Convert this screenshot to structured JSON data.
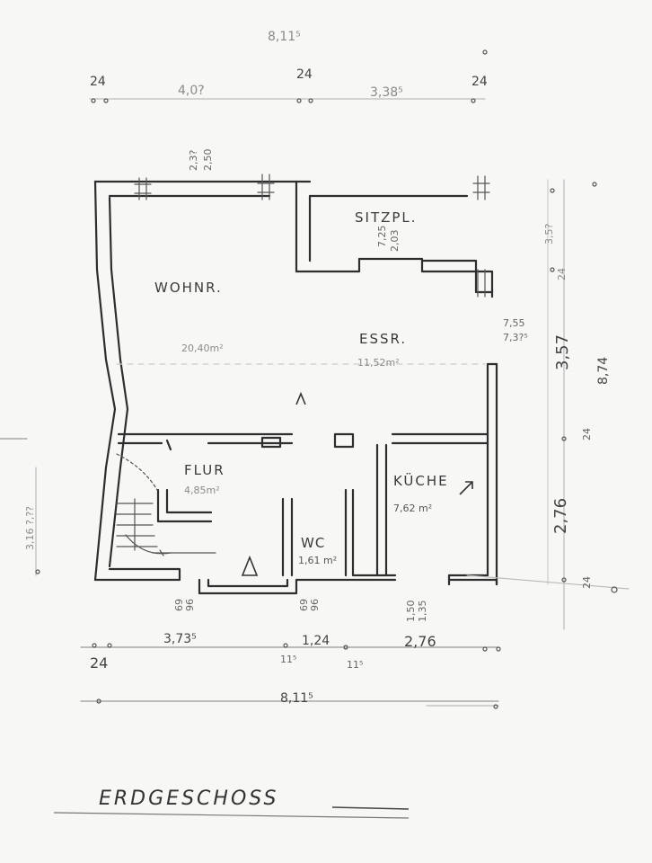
{
  "plan": {
    "title": "ERDGESCHOSS",
    "rooms": {
      "wohnzimmer": {
        "label": "WOHNR.",
        "area": "20,40m²"
      },
      "sitzplatz": {
        "label": "SITZPL.",
        "area_a": "7,25",
        "area_b": "2,03"
      },
      "essraum": {
        "label": "ESSR.",
        "area": "11,52m²"
      },
      "flur": {
        "label": "FLUR",
        "area": "4,85m²"
      },
      "kueche": {
        "label": "KÜCHE",
        "area": "7,62 m²"
      },
      "wc": {
        "label": "WC",
        "area": "1,61 m²"
      }
    },
    "dimensions": {
      "top_total": "8,11⁵",
      "top_left_wall": "24",
      "top_segment_1": "4,0?",
      "top_mid_wall": "24",
      "top_segment_2": "3,38⁵",
      "top_right_wall": "24",
      "left_upper_1": "2,3?",
      "left_upper_2": "2,50",
      "right_1": "3,5?",
      "right_2": "24",
      "right_3": "7,55",
      "right_4": "7,3?⁵",
      "right_5": "3,57",
      "right_6": "8,74",
      "right_7": "24",
      "right_8": "2,76",
      "right_9": "24",
      "left_side": "3,16 ?,??",
      "bottom_seg_1": "3,73⁵",
      "bottom_seg_2": "1,24",
      "bottom_seg_3": "2,76",
      "bottom_left_wall": "24",
      "bottom_sub_1": "11⁵",
      "bottom_sub_2": "11⁵",
      "bottom_total": "8,11⁵",
      "door_1a": "69",
      "door_1b": "96",
      "door_2a": "69",
      "door_2b": "96",
      "door_3a": "1,50",
      "door_3b": "1,35"
    }
  }
}
